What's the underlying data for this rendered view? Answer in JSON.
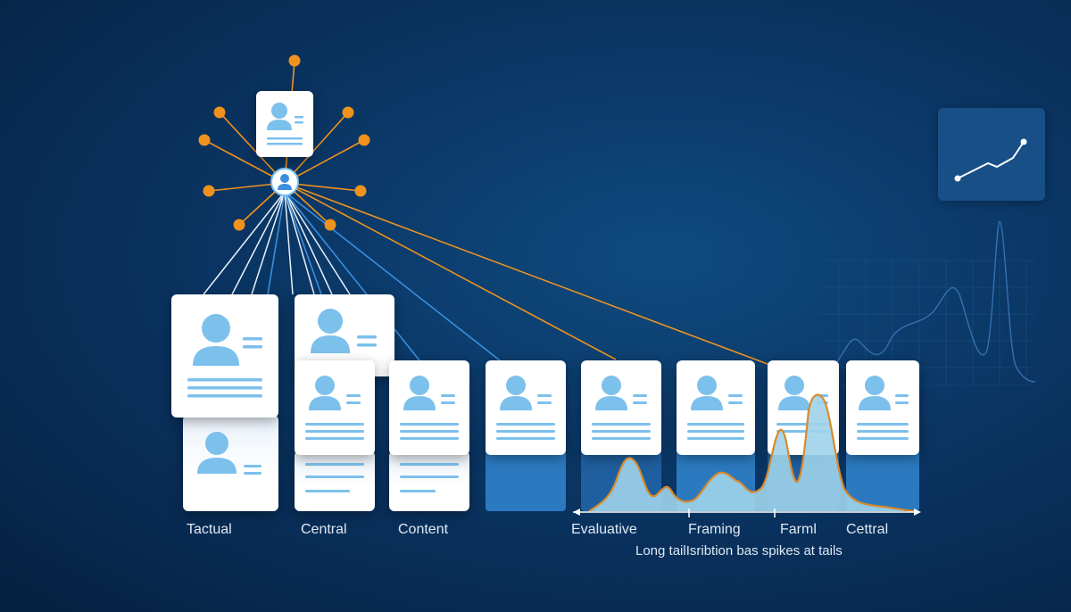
{
  "categories": [
    "Tactual",
    "Central",
    "Content",
    "Evaluative",
    "Framing",
    "Farml",
    "Cettral"
  ],
  "caption": "Long tailIsribtion bas spikes at tails",
  "colors": {
    "background": "#0a3563",
    "card": "#ffffff",
    "icon": "#7cc0ec",
    "accent_orange": "#f0921e",
    "link_white": "#e8f1fb",
    "link_blue": "#3a8fdc",
    "distribution_fill": "#9fd3ea",
    "distribution_stroke": "#d98a2b"
  },
  "icons": {
    "profile_card": "person-profile-icon",
    "hub_node": "person-hub-icon",
    "mini_chart": "line-chart-icon"
  }
}
